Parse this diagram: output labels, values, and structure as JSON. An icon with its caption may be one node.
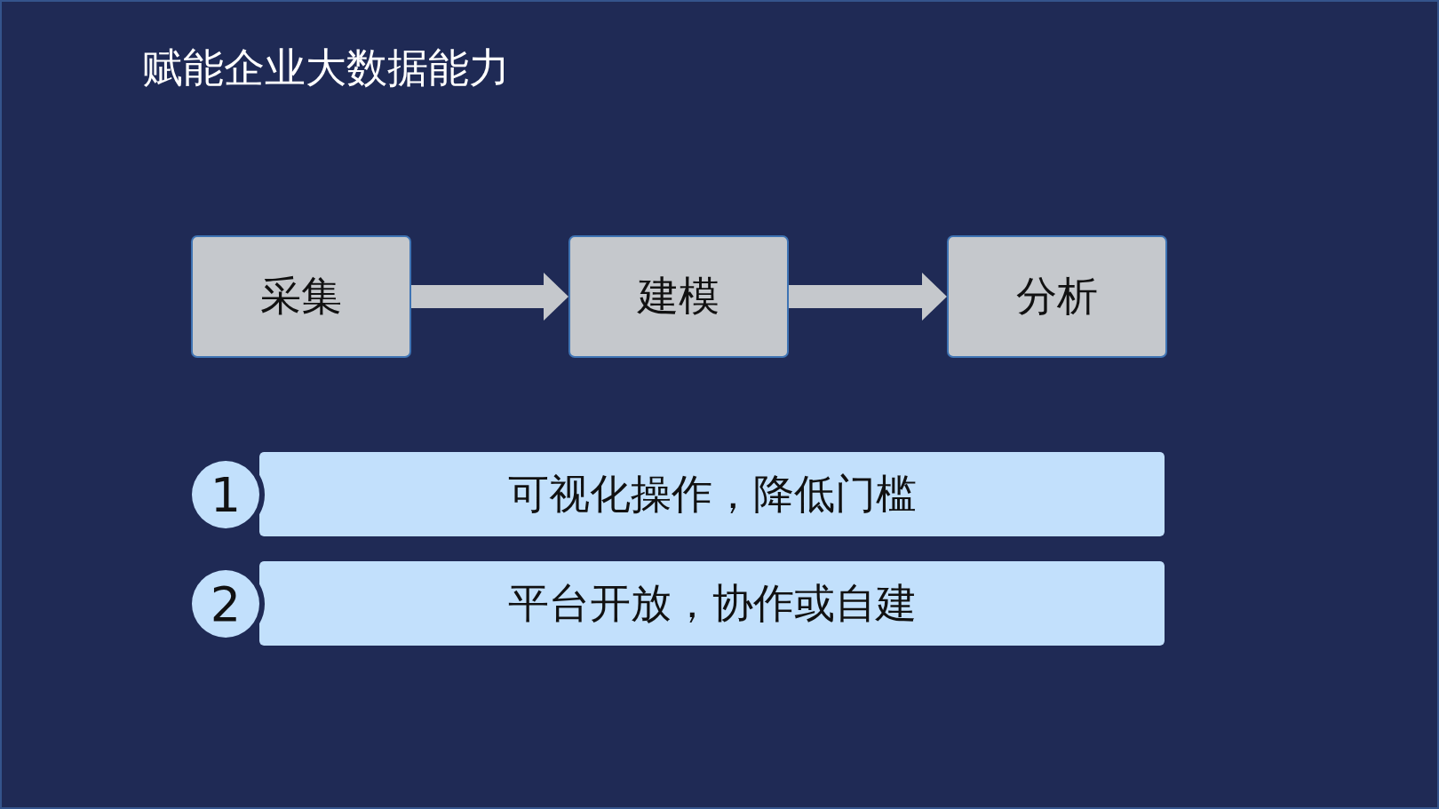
{
  "diagram": {
    "title": "赋能企业大数据能力",
    "nodes": [
      {
        "text": [
          "采集"
        ]
      },
      {
        "text": [
          "建模"
        ]
      },
      {
        "text": [
          "分析"
        ]
      },
      {
        "text": [
          "1"
        ]
      },
      {
        "text": [
          "可视化操作，降低门槛"
        ]
      },
      {
        "text": [
          "2"
        ]
      },
      {
        "text": [
          "平台开放，协作或自建"
        ]
      }
    ],
    "edges": [
      {
        "from": 0,
        "to": 1,
        "arrow": "to"
      },
      {
        "from": 1,
        "to": 2,
        "arrow": "to"
      }
    ]
  }
}
